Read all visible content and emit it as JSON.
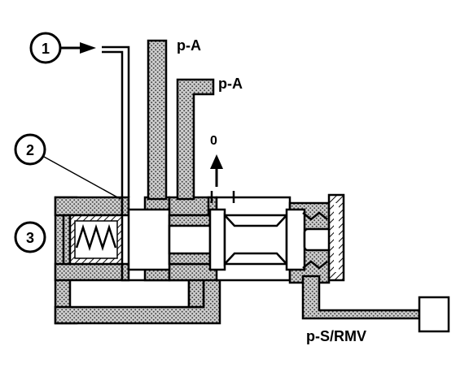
{
  "diagram": {
    "callouts": [
      {
        "id": "1",
        "text": "1"
      },
      {
        "id": "2",
        "text": "2"
      },
      {
        "id": "3",
        "text": "3"
      }
    ],
    "ports": {
      "pA_top": "p-A",
      "pA_right": "p-A",
      "exhaust": "0",
      "pS_RMV": "p-S/RMV"
    },
    "colors": {
      "ink": "#000000",
      "fluid": "#8c8c8c",
      "background": "#ffffff"
    }
  }
}
